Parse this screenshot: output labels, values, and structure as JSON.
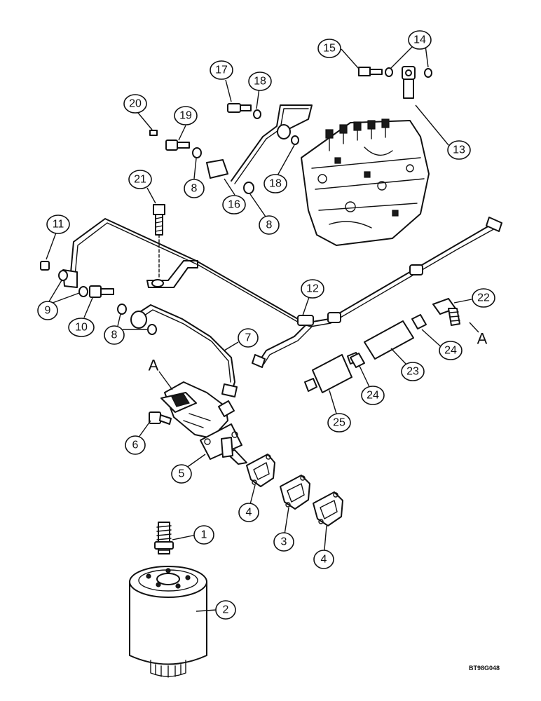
{
  "diagram": {
    "callouts": {
      "c1": "1",
      "c2": "2",
      "c3": "3",
      "c4a": "4",
      "c4b": "4",
      "c5": "5",
      "c6": "6",
      "c7": "7",
      "c8a": "8",
      "c8b": "8",
      "c8c": "8",
      "c9": "9",
      "c10": "10",
      "c11": "11",
      "c12": "12",
      "c13": "13",
      "c14": "14",
      "c15": "15",
      "c16": "16",
      "c17": "17",
      "c18a": "18",
      "c18b": "18",
      "c19": "19",
      "c20": "20",
      "c21": "21",
      "c22": "22",
      "c23": "23",
      "c24a": "24",
      "c24b": "24",
      "c25": "25"
    },
    "letters": {
      "a_pump": "A",
      "a_fitting": "A"
    },
    "figure_code": "BT98G048"
  }
}
